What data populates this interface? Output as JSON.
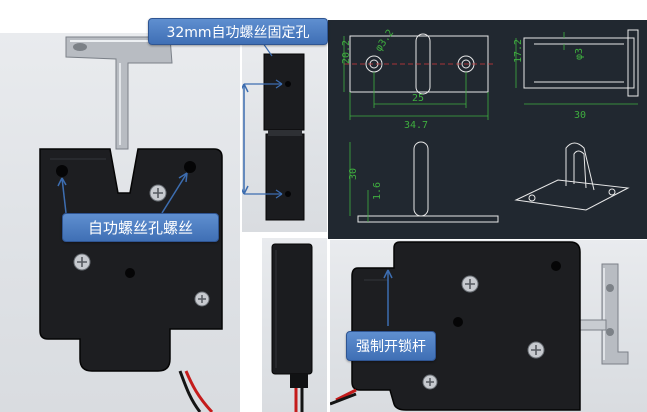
{
  "callouts": {
    "mounting_hole": "32mm自功螺丝固定孔",
    "self_tapping_screw": "自功螺丝孔螺丝",
    "forced_unlock_lever": "强制开锁杆"
  },
  "cad": {
    "top_view": {
      "height": "20.2",
      "hole_dia": "φ3.2",
      "hole_spacing": "25",
      "width": "34.7"
    },
    "side_view": {
      "height": "17.2",
      "dia": "φ3",
      "length": "30"
    },
    "front_view": {
      "height": "30",
      "thickness": "1.6"
    }
  },
  "colors": {
    "callout_fill": "#4a7cc2",
    "cad_background": "#212830",
    "cad_line": "#e8e8e8",
    "cad_dimension": "#3fae3f",
    "cad_centerline": "#d23a3a"
  }
}
